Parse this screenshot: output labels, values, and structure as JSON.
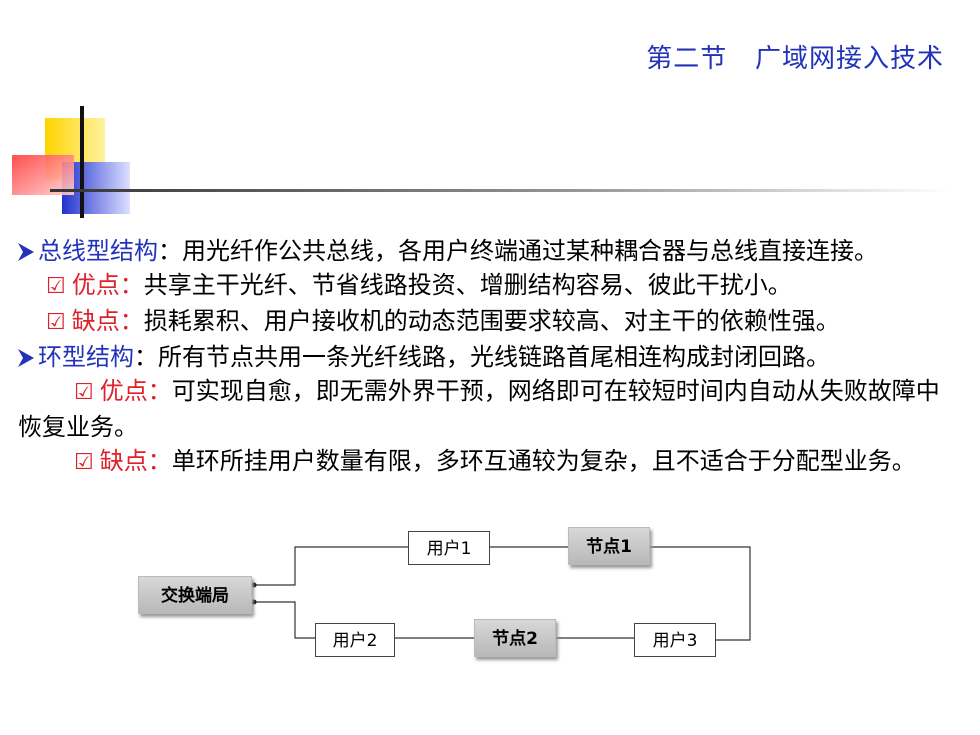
{
  "header": {
    "title": "第二节   广域网接入技术"
  },
  "bus": {
    "heading": "总线型结构",
    "text": "：用光纤作公共总线，各用户终端通过某种耦合器与总线直接连接。",
    "pros_label": "优点：",
    "pros_text": "共享主干光纤、节省线路投资、增删结构容易、彼此干扰小。",
    "cons_label": "缺点：",
    "cons_text": "损耗累积、用户接收机的动态范围要求较高、对主干的依赖性强。"
  },
  "ring": {
    "heading": "环型结构",
    "text": "：所有节点共用一条光纤线路，光线链路首尾相连构成封闭回路。",
    "pros_label": "优点：",
    "pros_text": "可实现自愈，即无需外界干预，网络即可在较短时间内自动从失败故障中恢复业务。",
    "cons_label": "缺点：",
    "cons_text": "单环所挂用户数量有限，多环互通较为复杂，且不适合于分配型业务。"
  },
  "diagram": {
    "exchange": "交换端局",
    "user1": "用户1",
    "node1": "节点1",
    "user2": "用户2",
    "node2": "节点2",
    "user3": "用户3"
  }
}
